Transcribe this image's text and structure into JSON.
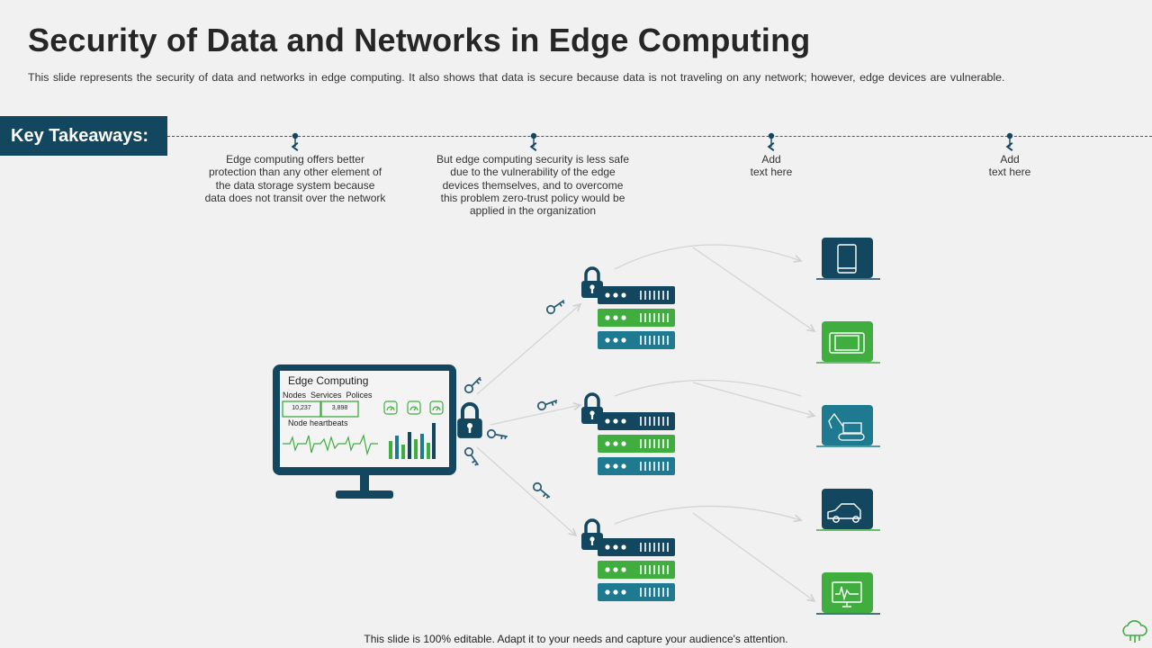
{
  "header": {
    "title": "Security of Data and Networks in Edge Computing",
    "subtitle": "This slide represents the security of data and networks in edge computing. It also shows that data is secure because data is not traveling  on any network; however,  edge devices are vulnerable."
  },
  "takeaways": {
    "label": "Key Takeaways:",
    "notes": [
      {
        "lines": [
          "Edge computing offers better",
          "protection than any other element of",
          "the data storage system because",
          "data does not transit over the network"
        ]
      },
      {
        "lines": [
          "But edge computing security is less safe",
          "due to the vulnerability of the edge",
          "devices themselves, and to overcome",
          "this problem zero-trust policy would be",
          "applied in the organization"
        ]
      },
      {
        "lines": [
          "Add",
          "text here"
        ]
      },
      {
        "lines": [
          "Add",
          "text here"
        ]
      }
    ]
  },
  "monitor": {
    "title": "Edge Computing",
    "stats_label": "Nodes  Services  Polices",
    "stat_nodes": "10,237",
    "stat_services": "3,898",
    "heartbeat_label": "Node heartbeats"
  },
  "devices": [
    {
      "icon": "smartphone-icon",
      "color": "#12475f"
    },
    {
      "icon": "tablet-icon",
      "color": "#3fae3f"
    },
    {
      "icon": "excavator-icon",
      "color": "#1d7a91"
    },
    {
      "icon": "car-icon",
      "color": "#12475f"
    },
    {
      "icon": "monitor-icon",
      "color": "#3fae3f"
    }
  ],
  "colors": {
    "navy": "#12475f",
    "green": "#3fae3f",
    "teal": "#1d7a91"
  },
  "footer": {
    "text": "This slide is 100% editable. Adapt it to your needs and capture your audience's attention."
  }
}
